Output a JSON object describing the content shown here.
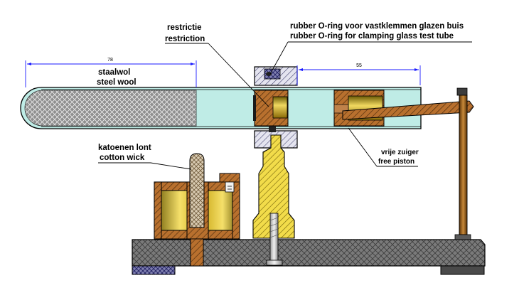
{
  "labels": {
    "restriction_nl": "restrictie",
    "restriction_en": "restriction",
    "oring_nl": "rubber O-ring voor vastklemmen glazen buis",
    "oring_en": "rubber O-ring for clamping glass test tube",
    "steelwool_nl": "staalwol",
    "steelwool_en": "steel wool",
    "wick_nl": "katoenen lont",
    "wick_en": "cotton wick",
    "piston_nl": "vrije zuiger",
    "piston_en": "free piston"
  },
  "dimensions": {
    "steel_wool_length": "78",
    "piston_travel": "55"
  },
  "colors": {
    "glass": "#bfece6",
    "brass_dark": "#6b5a05",
    "brass_light": "#f2dc4a",
    "wood": "#b8702e",
    "base": "#7a7a7a",
    "dimension_line": "#1a1aff"
  }
}
